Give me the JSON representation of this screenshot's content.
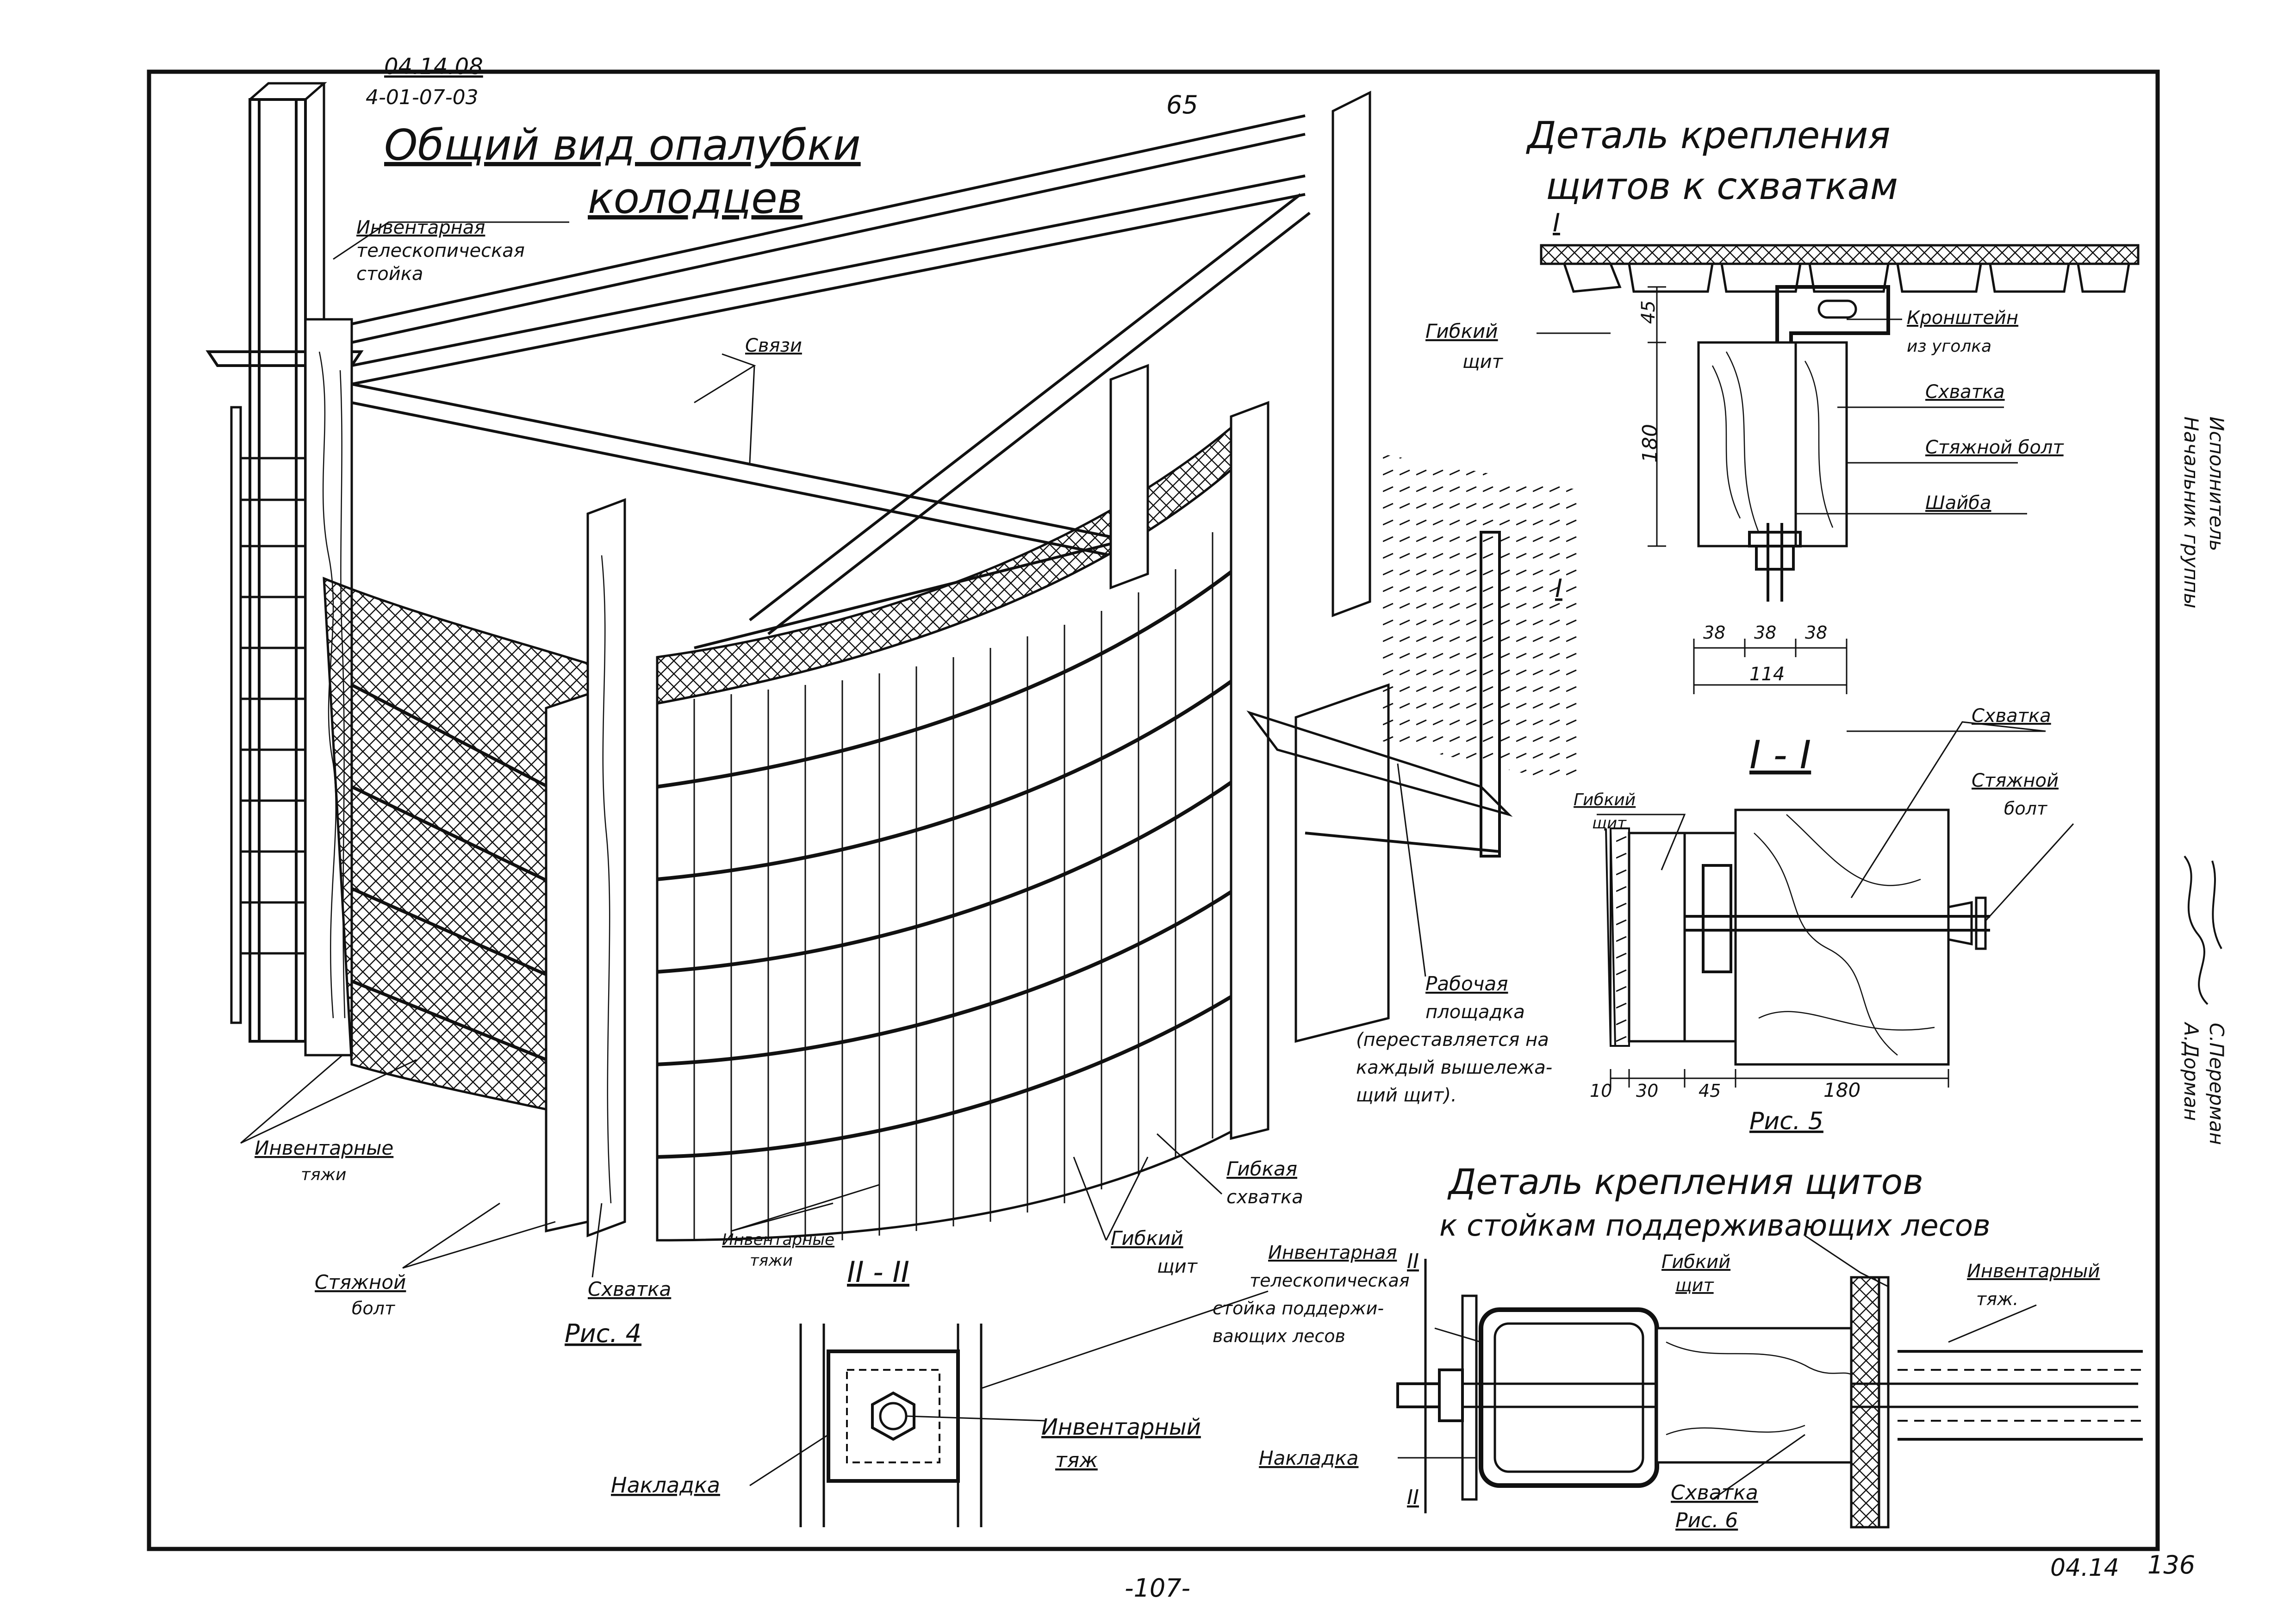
{
  "header": {
    "doc_ref_1": "04.14.08",
    "doc_ref_2": "4-01-07-03",
    "page_number": "65"
  },
  "main_view": {
    "title_line1": "Общий вид опалубки",
    "title_line2": "колодцев",
    "labels": {
      "inventory_stand_1": "Инвентарная",
      "inventory_stand_2": "телескопическая",
      "inventory_stand_3": "стойка",
      "links": "Связи",
      "work_platform_1": "Рабочая",
      "work_platform_2": "площадка",
      "work_platform_3": "(переставляется на",
      "work_platform_4": "каждый вышележа-",
      "work_platform_5": "щий щит).",
      "inventory_ties_1": "Инвентарные",
      "inventory_ties_2": "тяжи",
      "tie_bolt_1": "Стяжной",
      "tie_bolt_2": "болт",
      "waler": "Схватка",
      "inventory_ties_b1": "Инвентарные",
      "inventory_ties_b2": "тяжи",
      "flexible_waler_1": "Гибкая",
      "flexible_waler_2": "схватка",
      "flexible_panel_1": "Гибкий",
      "flexible_panel_2": "щит",
      "fig_caption": "Рис. 4"
    }
  },
  "detail_panels": {
    "title_line1": "Деталь крепления",
    "title_line2": "щитов к схваткам",
    "section_mark": "I",
    "labels": {
      "flexible_panel_1": "Гибкий",
      "flexible_panel_2": "щит",
      "bracket_1": "Кронштейн",
      "bracket_2": "из уголка",
      "waler": "Схватка",
      "tie_bolt": "Стяжной болт",
      "washer": "Шайба"
    },
    "dims": {
      "d45": "45",
      "d180": "180",
      "d38a": "38",
      "d38b": "38",
      "d38c": "38",
      "d114": "114"
    }
  },
  "section_11": {
    "title": "I - I",
    "labels": {
      "waler": "Схватка",
      "tie_bolt_1": "Стяжной",
      "tie_bolt_2": "болт",
      "flexible_panel_1": "Гибкий",
      "flexible_panel_2": "щит"
    },
    "dims": {
      "d10": "10",
      "d30": "30",
      "d45": "45",
      "d180": "180"
    },
    "fig_caption": "Рис. 5"
  },
  "section_22": {
    "title": "II - II",
    "labels": {
      "plate": "Накладка",
      "inventory_tie_1": "Инвентарный",
      "inventory_tie_2": "тяж"
    }
  },
  "detail_stands": {
    "title_line1": "Деталь крепления щитов",
    "title_line2": "к стойкам поддерживающих лесов",
    "section_mark": "II",
    "labels": {
      "stand_1": "Инвентарная",
      "stand_2": "телескопическая",
      "stand_3": "стойка поддержи-",
      "stand_4": "вающих лесов",
      "flexible_panel_1": "Гибкий",
      "flexible_panel_2": "щит",
      "inventory_tie_1": "Инвентарный",
      "inventory_tie_2": "тяж.",
      "plate": "Накладка",
      "waler": "Схватка"
    },
    "fig_caption": "Рис. 6"
  },
  "side_stamp": {
    "role_1": "Начальник группы",
    "role_2": "Исполнитель",
    "name_1": "А.Дорман",
    "name_2": "С.Перерман"
  },
  "footer": {
    "page_center": "-107-",
    "code": "04.14",
    "sheet": "136"
  }
}
